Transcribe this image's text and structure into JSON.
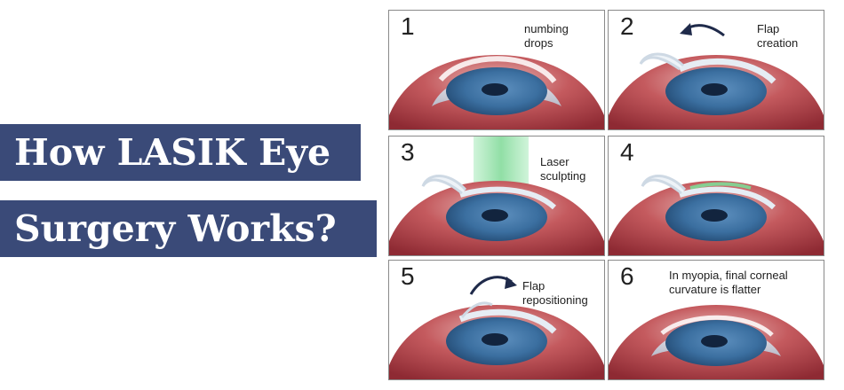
{
  "title": {
    "line1": "How LASIK Eye",
    "line2": "Surgery Works?"
  },
  "colors": {
    "title_band": "#3a4a78",
    "title_text": "#ffffff",
    "tissue": "#b3414a",
    "iris": "#3b6fa0",
    "pupil": "#12243e",
    "laser": "#7ed996"
  },
  "steps": [
    {
      "number": "1",
      "caption_lines": [
        "numbing",
        "drops"
      ]
    },
    {
      "number": "2",
      "caption_lines": [
        "Flap",
        "creation"
      ]
    },
    {
      "number": "3",
      "caption_lines": [
        "Laser",
        "sculpting"
      ]
    },
    {
      "number": "4",
      "caption_lines": []
    },
    {
      "number": "5",
      "caption_lines": [
        "Flap",
        "repositioning"
      ]
    },
    {
      "number": "6",
      "caption_lines": [
        "In myopia, final corneal",
        "curvature is flatter"
      ]
    }
  ]
}
